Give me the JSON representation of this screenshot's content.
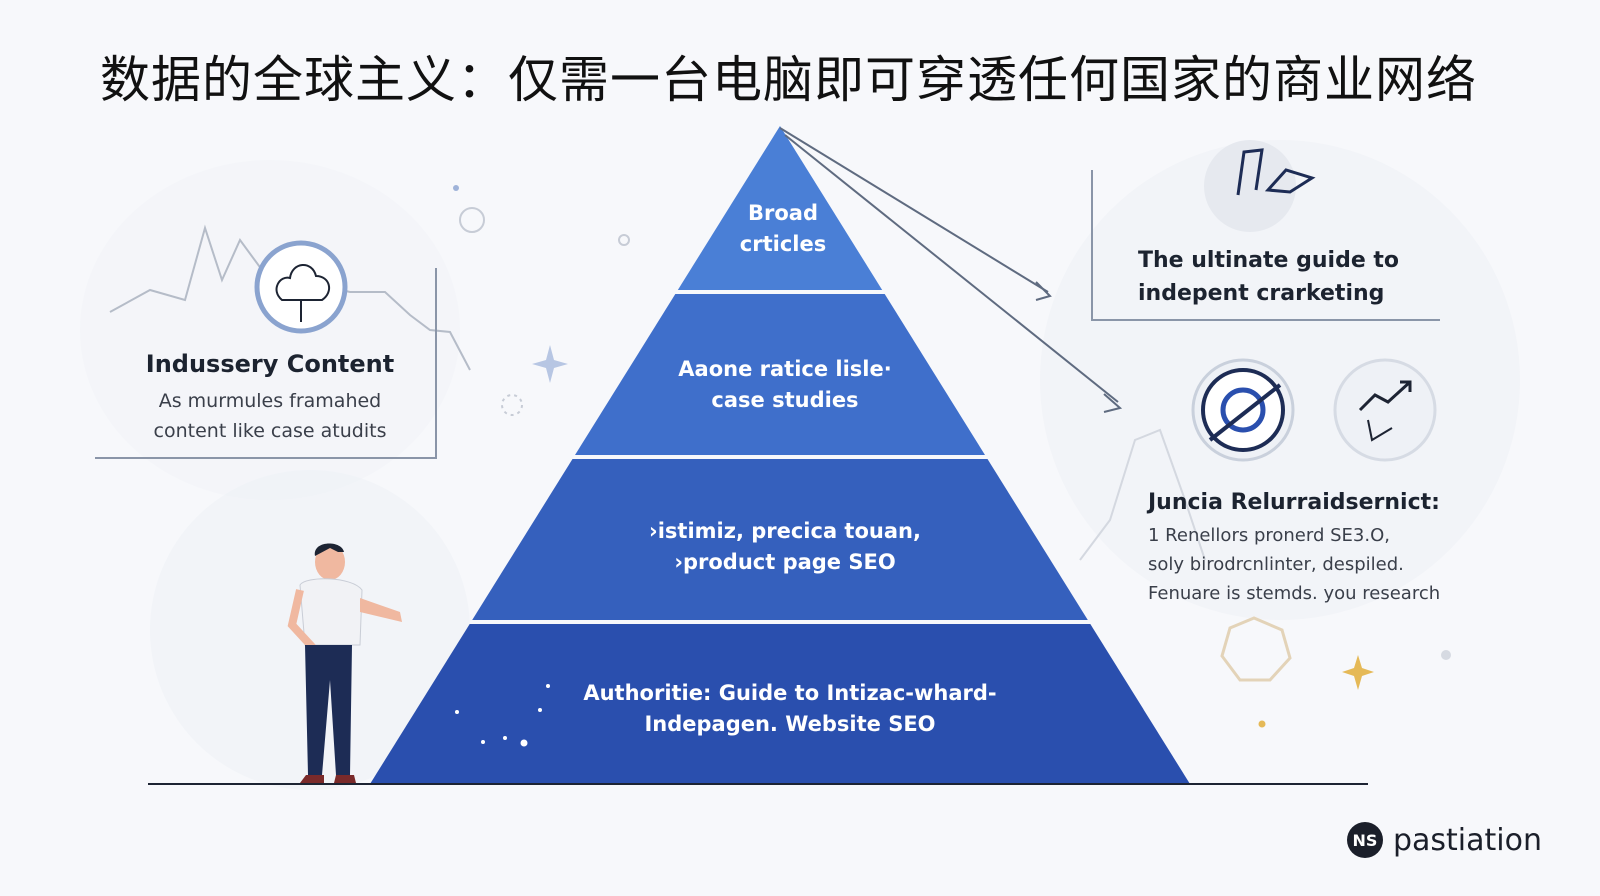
{
  "title": "数据的全球主义：仅需一台电脑即可穿透任何国家的商业网络",
  "left_card": {
    "heading": "Indussery Content",
    "line1": "As murmules framahed",
    "line2": "content like case atudits"
  },
  "pyramid": {
    "tiers": [
      {
        "line1": "Broad",
        "line2": "crticles"
      },
      {
        "line1": "Aaone ratice lisle·",
        "line2": "case studies"
      },
      {
        "line1": "›istimiz, precica touan,",
        "line2": "›product page SEO"
      },
      {
        "line1": "Authoritie: Guide to Intizac-whard-",
        "line2": "Indepagen. Website SEO"
      }
    ],
    "colors": [
      "#4a7fd6",
      "#3f6fcb",
      "#3560bd",
      "#2a4fae"
    ]
  },
  "right_top": {
    "line1": "The ultinate guide to",
    "line2": "indepent crarketing"
  },
  "right_bottom": {
    "heading": "Juncia Relurraidsernict:",
    "line1": "1 Renellors pronerd SE3.O,",
    "line2": "soly birodrcnlinter, despiled.",
    "line3": "Fenuare is stemds. you research"
  },
  "icons": {
    "left": "tree-brain-icon",
    "right_top": "document-chart-icon",
    "target": "target-icon",
    "trend": "trend-chart-icon"
  },
  "logo": {
    "mark": "NS",
    "text": "pastiation"
  }
}
